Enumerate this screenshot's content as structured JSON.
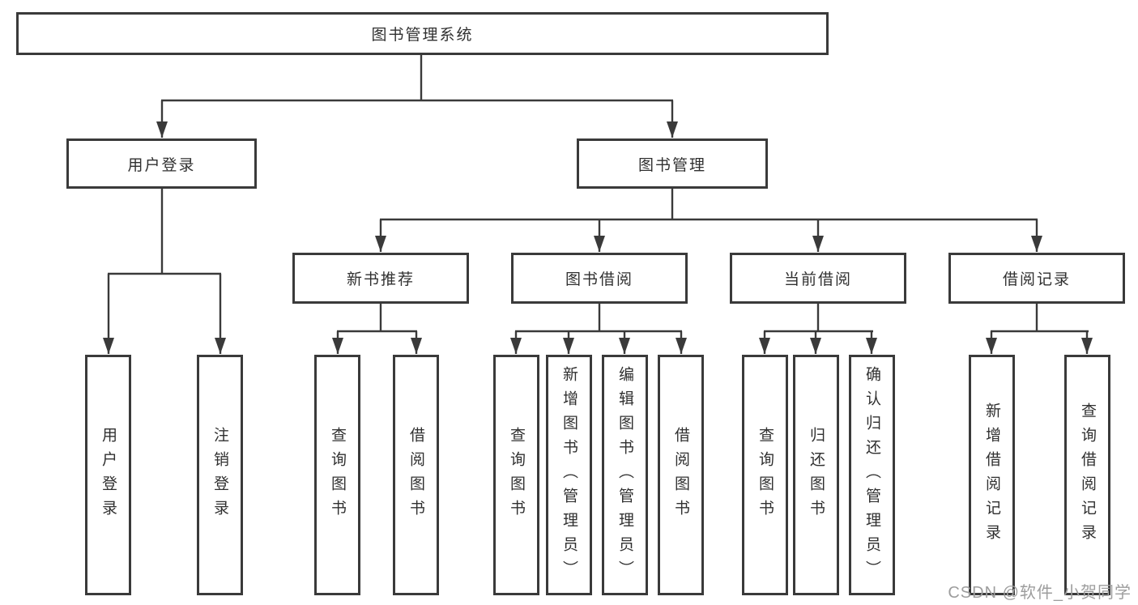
{
  "tree": {
    "root": {
      "label": "图书管理系统"
    },
    "branches": [
      {
        "label": "用户登录",
        "children": [
          {
            "label": "用户登录"
          },
          {
            "label": "注销登录"
          }
        ]
      },
      {
        "label": "图书管理",
        "children": [
          {
            "label": "新书推荐",
            "children": [
              {
                "label": "查询图书"
              },
              {
                "label": "借阅图书"
              }
            ]
          },
          {
            "label": "图书借阅",
            "children": [
              {
                "label": "查询图书"
              },
              {
                "label": "新增图书（管理员）"
              },
              {
                "label": "编辑图书（管理员）"
              },
              {
                "label": "借阅图书"
              }
            ]
          },
          {
            "label": "当前借阅",
            "children": [
              {
                "label": "查询图书"
              },
              {
                "label": "归还图书"
              },
              {
                "label": "确认归还（管理员）"
              }
            ]
          },
          {
            "label": "借阅记录",
            "children": [
              {
                "label": "新增借阅记录"
              },
              {
                "label": "查询借阅记录"
              }
            ]
          }
        ]
      }
    ]
  },
  "watermark": {
    "text": "CSDN @软件_小贺同学"
  },
  "colors": {
    "line": "#3a3a3a",
    "border": "#3a3a3a",
    "text": "#303030",
    "watermark": "#9d9d9d",
    "background": "#ffffff"
  }
}
